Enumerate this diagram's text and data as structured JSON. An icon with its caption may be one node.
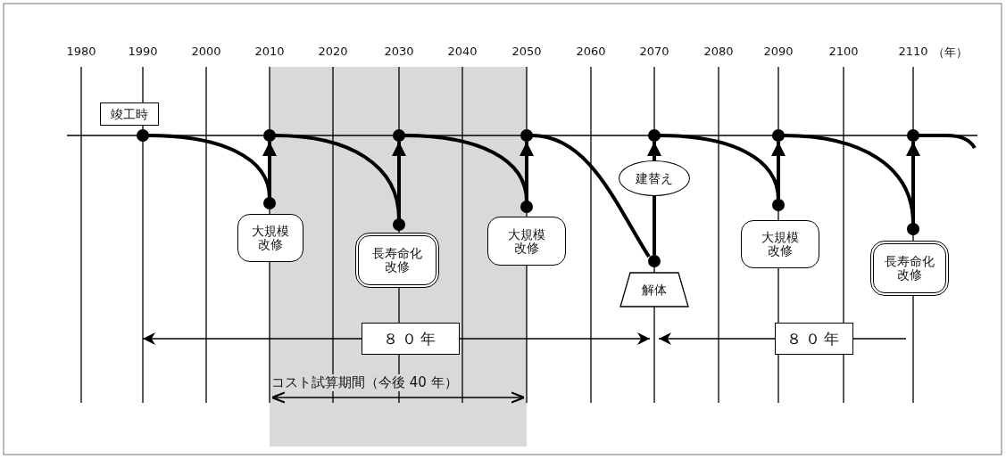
{
  "diagram": {
    "nodes": [
      {
        "text": [
          "竣工時"
        ]
      },
      {
        "text": [],
        "shape": "circle"
      },
      {
        "text": [],
        "shape": "circle"
      },
      {
        "text": [],
        "shape": "circle"
      },
      {
        "text": [],
        "shape": "circle"
      },
      {
        "text": [],
        "shape": "circle"
      },
      {
        "text": [],
        "shape": "circle"
      },
      {
        "text": [],
        "shape": "circle"
      },
      {
        "text": [
          "建替え"
        ]
      },
      {
        "text": [],
        "shape": "circle"
      },
      {
        "text": [],
        "shape": "circle"
      },
      {
        "text": [],
        "shape": "circle"
      },
      {
        "text": [],
        "shape": "circle"
      },
      {
        "text": [],
        "shape": "circle"
      },
      {
        "text": [],
        "shape": "circle"
      },
      {
        "text": [
          "大規模改修"
        ]
      },
      {
        "text": [
          "長寿命化改修"
        ]
      },
      {
        "text": [
          "大規模改修"
        ]
      },
      {
        "text": [
          "解体"
        ]
      },
      {
        "text": [
          "大規模改修"
        ]
      },
      {
        "text": [
          "長寿命化改修"
        ]
      },
      {
        "text": [
          "８０年"
        ]
      },
      {
        "text": [
          "８０年"
        ]
      }
    ],
    "edges": [
      {
        "from": 1,
        "to": 9,
        "arrow": "none"
      },
      {
        "from": 9,
        "to": 2,
        "arrow": "to"
      },
      {
        "from": 2,
        "to": 10,
        "arrow": "none"
      },
      {
        "from": 10,
        "to": 3,
        "arrow": "to"
      },
      {
        "from": 3,
        "to": 11,
        "arrow": "none"
      },
      {
        "from": 11,
        "to": 4,
        "arrow": "to"
      },
      {
        "from": 4,
        "to": 12,
        "arrow": "none"
      },
      {
        "from": 12,
        "to": 8,
        "arrow": "none"
      },
      {
        "from": 8,
        "to": 5,
        "arrow": "to"
      },
      {
        "from": 5,
        "to": 13,
        "arrow": "none"
      },
      {
        "from": 13,
        "to": 6,
        "arrow": "to"
      },
      {
        "from": 6,
        "to": 14,
        "arrow": "none"
      },
      {
        "from": 14,
        "to": 7,
        "arrow": "to"
      },
      {
        "from": 7,
        "to": null,
        "arrow": "none"
      }
    ],
    "labels": [
      "1980",
      "1990",
      "2000",
      "2010",
      "2020",
      "2030",
      "2040",
      "2050",
      "2060",
      "2070",
      "2080",
      "2090",
      "2100",
      "2110",
      "（年）",
      "コスト試算期間（今後 40 年）"
    ]
  }
}
